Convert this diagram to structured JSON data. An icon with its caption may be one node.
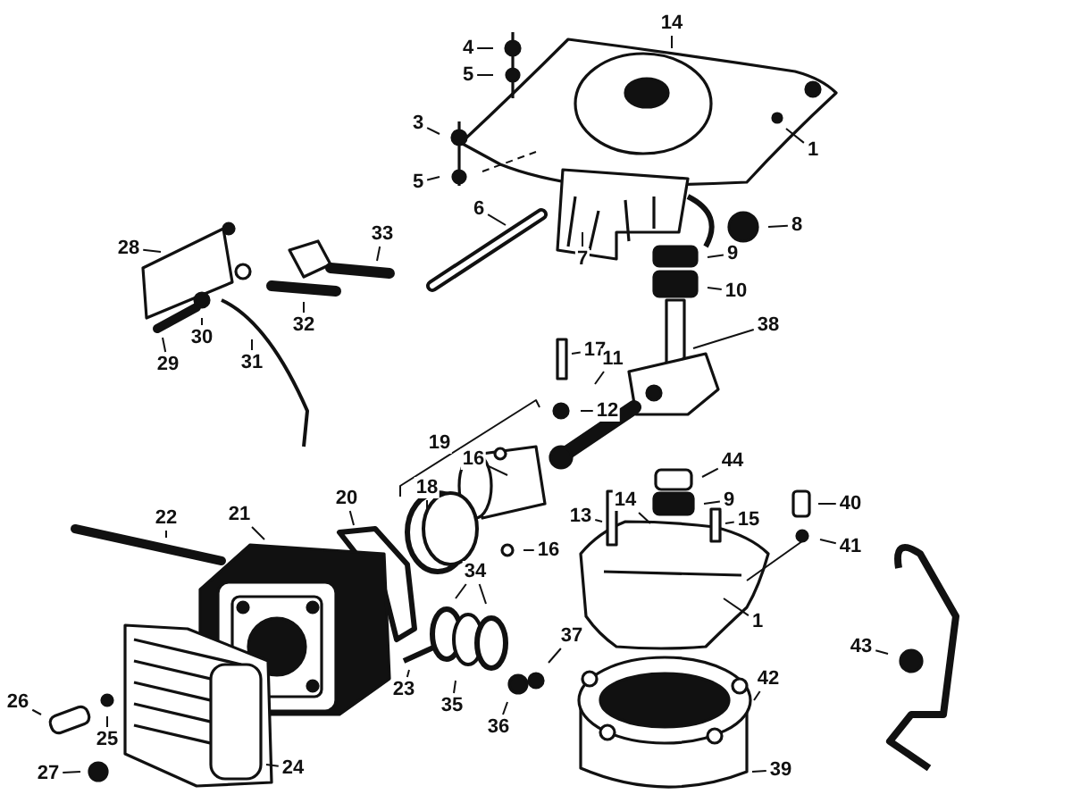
{
  "diagram": {
    "nodes": [
      {
        "text": [
          "14"
        ]
      },
      {
        "text": [
          "4"
        ]
      },
      {
        "text": [
          "5"
        ]
      },
      {
        "text": [
          "3"
        ]
      },
      {
        "text": [
          "1"
        ]
      },
      {
        "text": [
          "5"
        ]
      },
      {
        "text": [
          "6"
        ]
      },
      {
        "text": [
          "8"
        ]
      },
      {
        "text": [
          "28"
        ]
      },
      {
        "text": [
          "33"
        ]
      },
      {
        "text": [
          "7"
        ]
      },
      {
        "text": [
          "9"
        ]
      },
      {
        "text": [
          "10"
        ]
      },
      {
        "text": [
          "32"
        ]
      },
      {
        "text": [
          "30"
        ]
      },
      {
        "text": [
          "38"
        ]
      },
      {
        "text": [
          "29"
        ]
      },
      {
        "text": [
          "17"
        ]
      },
      {
        "text": [
          "31"
        ]
      },
      {
        "text": [
          "11"
        ]
      },
      {
        "text": [
          "12"
        ]
      },
      {
        "text": [
          "19"
        ]
      },
      {
        "text": [
          "16"
        ]
      },
      {
        "text": [
          "44"
        ]
      },
      {
        "text": [
          "18"
        ]
      },
      {
        "text": [
          "9"
        ]
      },
      {
        "text": [
          "13"
        ]
      },
      {
        "text": [
          "14"
        ]
      },
      {
        "text": [
          "15"
        ]
      },
      {
        "text": [
          "40"
        ]
      },
      {
        "text": [
          "22"
        ]
      },
      {
        "text": [
          "20"
        ]
      },
      {
        "text": [
          "21"
        ]
      },
      {
        "text": [
          "41"
        ]
      },
      {
        "text": [
          "16"
        ]
      },
      {
        "text": [
          "34"
        ]
      },
      {
        "text": [
          "1"
        ]
      },
      {
        "text": [
          "43"
        ]
      },
      {
        "text": [
          "37"
        ]
      },
      {
        "text": [
          "42"
        ]
      },
      {
        "text": [
          "23"
        ]
      },
      {
        "text": [
          "35"
        ]
      },
      {
        "text": [
          "36"
        ]
      },
      {
        "text": [
          "26"
        ]
      },
      {
        "text": [
          "25"
        ]
      },
      {
        "text": [
          "24"
        ]
      },
      {
        "text": [
          "27"
        ]
      },
      {
        "text": [
          "39"
        ]
      }
    ],
    "edges": [
      {
        "from": 0,
        "to": null,
        "arrow": "none"
      },
      {
        "from": 1,
        "to": null,
        "arrow": "none"
      },
      {
        "from": 2,
        "to": null,
        "arrow": "none"
      },
      {
        "from": 3,
        "to": null,
        "arrow": "none"
      },
      {
        "from": 4,
        "to": null,
        "arrow": "none"
      },
      {
        "from": 5,
        "to": null,
        "arrow": "none"
      },
      {
        "from": 6,
        "to": null,
        "arrow": "none"
      },
      {
        "from": 7,
        "to": null,
        "arrow": "none"
      },
      {
        "from": 8,
        "to": null,
        "arrow": "none"
      },
      {
        "from": 9,
        "to": null,
        "arrow": "none"
      },
      {
        "from": 10,
        "to": null,
        "arrow": "none"
      },
      {
        "from": 11,
        "to": null,
        "arrow": "none"
      },
      {
        "from": 12,
        "to": null,
        "arrow": "none"
      },
      {
        "from": 13,
        "to": null,
        "arrow": "none"
      },
      {
        "from": 14,
        "to": null,
        "arrow": "none"
      },
      {
        "from": 15,
        "to": null,
        "arrow": "none"
      },
      {
        "from": 16,
        "to": null,
        "arrow": "none"
      },
      {
        "from": 17,
        "to": null,
        "arrow": "none"
      },
      {
        "from": 18,
        "to": null,
        "arrow": "none"
      },
      {
        "from": 19,
        "to": null,
        "arrow": "none"
      },
      {
        "from": 20,
        "to": null,
        "arrow": "none"
      },
      {
        "from": 22,
        "to": null,
        "arrow": "none"
      },
      {
        "from": 23,
        "to": null,
        "arrow": "none"
      },
      {
        "from": 24,
        "to": null,
        "arrow": "none"
      },
      {
        "from": 25,
        "to": null,
        "arrow": "none"
      },
      {
        "from": 26,
        "to": null,
        "arrow": "none"
      },
      {
        "from": 27,
        "to": null,
        "arrow": "none"
      },
      {
        "from": 28,
        "to": null,
        "arrow": "none"
      },
      {
        "from": 29,
        "to": null,
        "arrow": "none"
      },
      {
        "from": 30,
        "to": null,
        "arrow": "none"
      },
      {
        "from": 31,
        "to": null,
        "arrow": "none"
      },
      {
        "from": 32,
        "to": null,
        "arrow": "none"
      },
      {
        "from": 33,
        "to": null,
        "arrow": "none"
      },
      {
        "from": 34,
        "to": null,
        "arrow": "none"
      },
      {
        "from": 35,
        "to": null,
        "arrow": "none"
      },
      {
        "from": 35,
        "to": null,
        "arrow": "none"
      },
      {
        "from": 36,
        "to": null,
        "arrow": "none"
      },
      {
        "from": 37,
        "to": null,
        "arrow": "none"
      },
      {
        "from": 38,
        "to": null,
        "arrow": "none"
      },
      {
        "from": 39,
        "to": null,
        "arrow": "none"
      },
      {
        "from": 40,
        "to": null,
        "arrow": "none"
      },
      {
        "from": 41,
        "to": null,
        "arrow": "none"
      },
      {
        "from": 42,
        "to": null,
        "arrow": "none"
      },
      {
        "from": 43,
        "to": null,
        "arrow": "none"
      },
      {
        "from": 44,
        "to": null,
        "arrow": "none"
      },
      {
        "from": 45,
        "to": null,
        "arrow": "none"
      },
      {
        "from": 46,
        "to": null,
        "arrow": "none"
      },
      {
        "from": 47,
        "to": null,
        "arrow": "none"
      }
    ]
  }
}
